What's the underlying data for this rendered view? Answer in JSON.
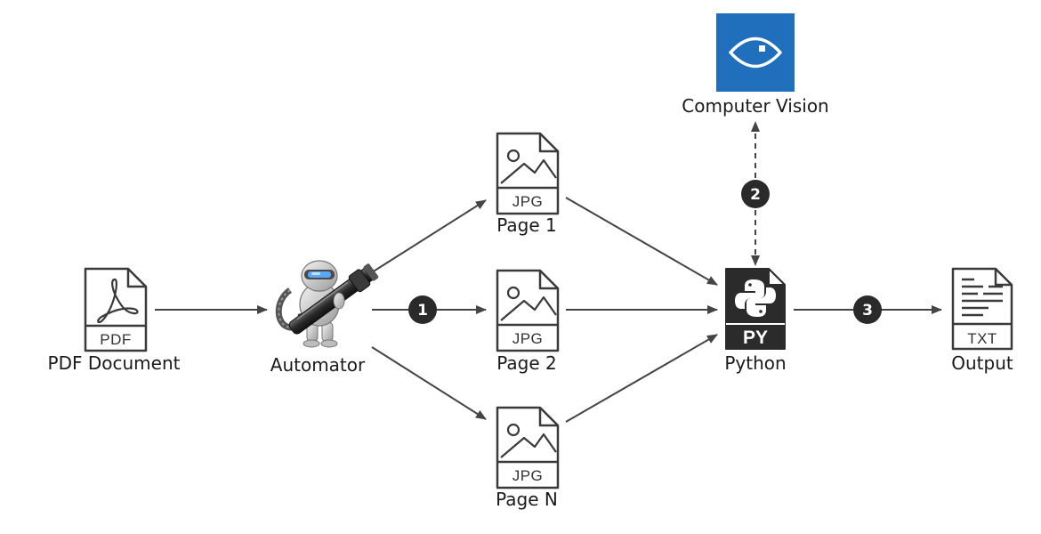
{
  "nodes": {
    "pdf": {
      "label": "PDF Document",
      "badge": "PDF"
    },
    "automator": {
      "label": "Automator"
    },
    "page1": {
      "label": "Page 1",
      "badge": "JPG"
    },
    "page2": {
      "label": "Page 2",
      "badge": "JPG"
    },
    "pageN": {
      "label": "Page N",
      "badge": "JPG"
    },
    "vision": {
      "label": "Computer Vision",
      "color": "#1f6fbd"
    },
    "python": {
      "label": "Python",
      "badge": "PY"
    },
    "output": {
      "label": "Output",
      "badge": "TXT"
    }
  },
  "steps": [
    "1",
    "2",
    "3"
  ],
  "colors": {
    "arrow": "#444444",
    "icon": "#3a3a3a",
    "step_badge": "#2a2a2a"
  }
}
